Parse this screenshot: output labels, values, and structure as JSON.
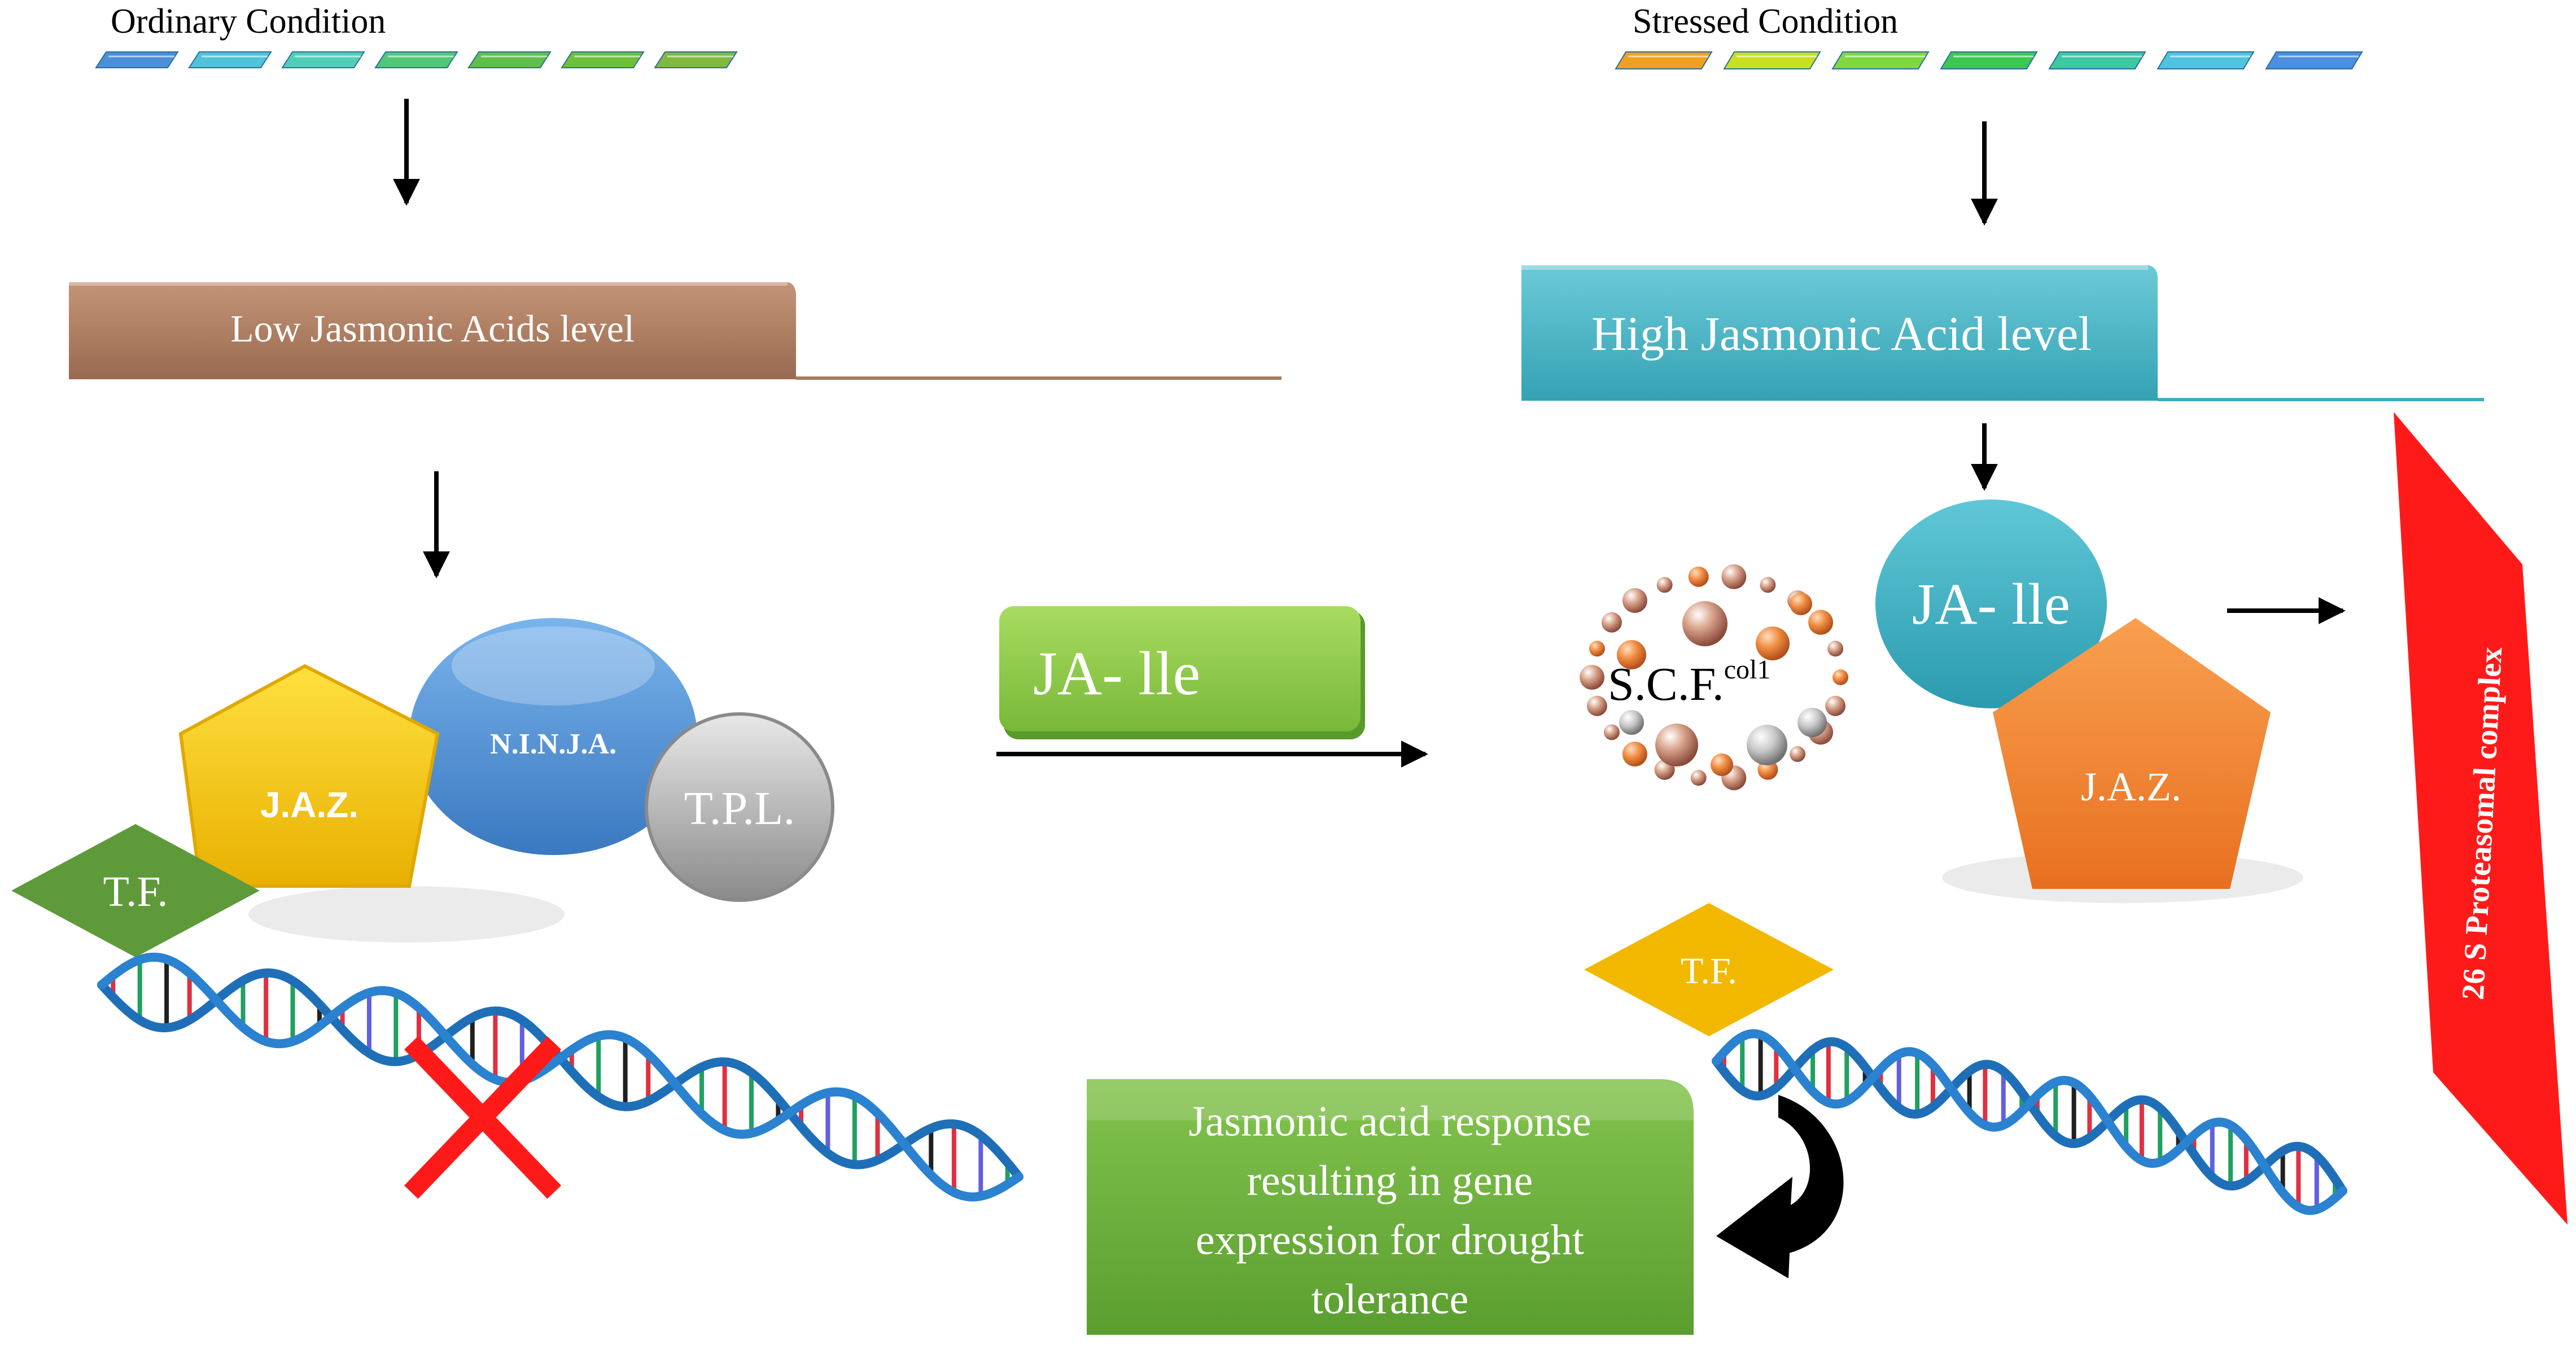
{
  "ordinary": {
    "title": "Ordinary Condition",
    "colors": [
      "#4a8fd8",
      "#4fc3d8",
      "#4fcfb8",
      "#50c878",
      "#5ec04a",
      "#6ec03a",
      "#80b840"
    ]
  },
  "stressed": {
    "title": "Stressed Condition",
    "colors": [
      "#f0a020",
      "#c8e020",
      "#7ed840",
      "#3cc850",
      "#3cc8a0",
      "#4fc3e0",
      "#4a8fe0"
    ]
  },
  "low_ja": {
    "label": "Low Jasmonic Acids level",
    "color": "#a87a5e"
  },
  "high_ja": {
    "label": "High Jasmonic Acid level",
    "color": "#3eacbd"
  },
  "left_complex": {
    "jaz": "J.A.Z.",
    "ninja": "N.I.N.J.A.",
    "tpl": "T.P.L.",
    "tf": "T.F."
  },
  "ja_ile_center": "JA- lle",
  "right_complex": {
    "ja_ile": "JA- lle",
    "scf_main": "S.C.F.",
    "scf_sup": "col1",
    "jaz": "J.A.Z.",
    "tf": "T.F."
  },
  "proteasome": "26 S Proteasomal complex",
  "response": {
    "lines": [
      "Jasmonic acid response",
      "resulting in gene",
      "expression for drought",
      "tolerance"
    ]
  },
  "colors": {
    "jaz_left": "#f2c200",
    "ninja": "#4a8fd8",
    "tpl": "#a0a0a0",
    "tf_left": "#5e9a3a",
    "ja_ile_box": "#8cc84a",
    "ja_ile_circle": "#3eacbd",
    "jaz_right": "#f08a30",
    "tf_right": "#f2b800",
    "proteasome": "#ff1a1a",
    "response_box": "#6fae3e",
    "dna": "#1f6fb8",
    "cross": "#ff1a1a"
  }
}
